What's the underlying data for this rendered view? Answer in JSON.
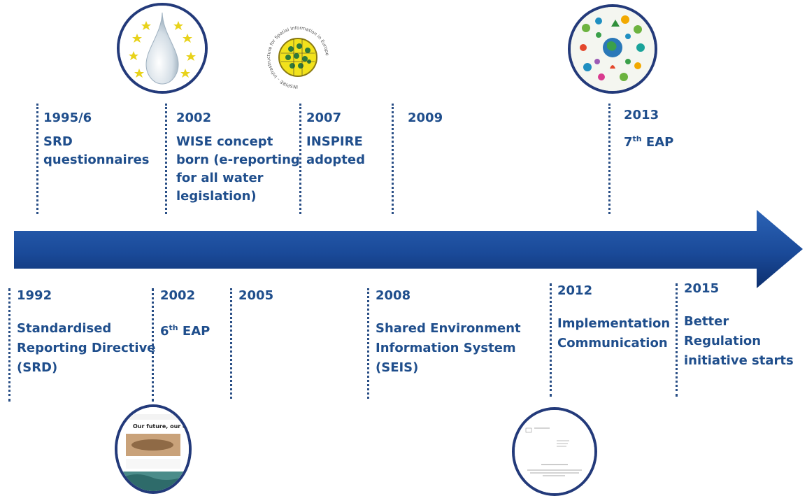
{
  "top_events": [
    {
      "year": "1995/6",
      "text": "SRD\nquestionnaires"
    },
    {
      "year": "2002",
      "text": "WISE concept\nborn (e-reporting\nfor all water\nlegislation)"
    },
    {
      "year": "2007",
      "text": "INSPIRE\nadopted"
    },
    {
      "year": "2009",
      "text": ""
    },
    {
      "year": "2013",
      "text_pre": "7",
      "sup": "th",
      "text_post": " EAP"
    }
  ],
  "bottom_events": [
    {
      "year": "1992",
      "text": "Standardised\nReporting Directive\n(SRD)"
    },
    {
      "year": "2002",
      "text_pre": "6",
      "sup": "th",
      "text_post": " EAP"
    },
    {
      "year": "2005",
      "text": ""
    },
    {
      "year": "2008",
      "text": "Shared Environment\nInformation System\n(SEIS)"
    },
    {
      "year": "2012",
      "text": "Implementation\nCommunication"
    },
    {
      "year": "2015",
      "text": "Better Regulation\ninitiative starts"
    }
  ],
  "images": {
    "inspire_logo_text": "INSPIRE – Infrastructure for Spatial Information in Europe",
    "eap6_cover_title": "Our future, our choice"
  },
  "colors": {
    "text": "#1f4e8c",
    "arrow_dark": "#0d2f6e",
    "arrow_light": "#2c63b5",
    "circle_border": "#233a7a"
  }
}
